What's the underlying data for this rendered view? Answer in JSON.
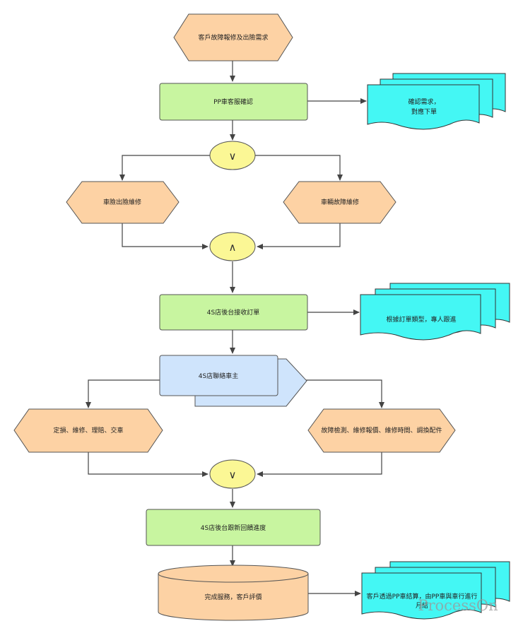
{
  "colors": {
    "event": "#fdd2a4",
    "function": "#c8f5a0",
    "document": "#44f7f4",
    "connector": "#fbf795",
    "info": "#cfe4fc",
    "stroke": "#555555"
  },
  "nodes": {
    "start": "客戶故障報修及出險需求",
    "confirm": "PP車客服確認",
    "confirm_doc": [
      "確認需求，",
      "對應下單"
    ],
    "gw_xor1": "∨",
    "insurance": "車險出險維修",
    "breakdown": "車輛故障維修",
    "gw_and": "∧",
    "receive": "4S店後台接收訂單",
    "receive_doc": "根據訂單類型，專人跟進",
    "contact": "4S店聯絡車主",
    "assess": "定損、維修、理賠、交車",
    "diagnose": "故障檢測、維修報價、維修時間、調換配件",
    "gw_xor2": "∨",
    "update": "4S店後台跟新回饋進度",
    "done": "完成服務，客戶評價",
    "settle_doc": [
      "客戶透過PP車結算，由PP車與車行進行",
      "月結"
    ]
  },
  "watermark": "ProcessOn"
}
